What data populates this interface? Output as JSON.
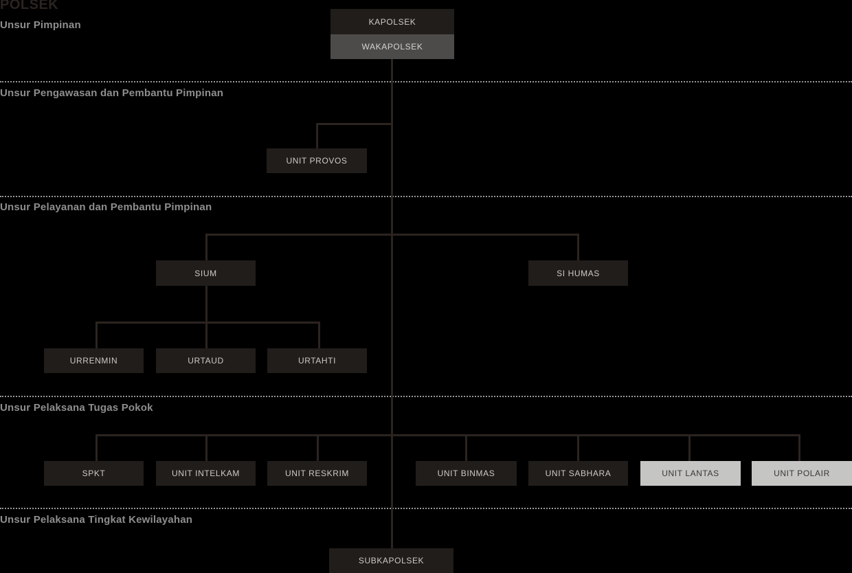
{
  "org": {
    "title": "POLSEK"
  },
  "sections": [
    {
      "label": "Unsur Pimpinan"
    },
    {
      "label": "Unsur Pengawasan dan Pembantu Pimpinan"
    },
    {
      "label": "Unsur Pelayanan dan Pembantu Pimpinan"
    },
    {
      "label": "Unsur Pelaksana Tugas Pokok"
    },
    {
      "label": "Unsur Pelaksana Tingkat Kewilayahan"
    }
  ],
  "nodes": {
    "kapolsek": "KAPOLSEK",
    "wakapolsek": "WAKAPOLSEK",
    "unit_provos": "UNIT PROVOS",
    "sium": "SIUM",
    "si_humas": "SI HUMAS",
    "urrenmin": "URRENMIN",
    "urtaud": "URTAUD",
    "urtahti": "URTAHTI",
    "spkt": "SPKT",
    "unit_intelkam": "UNIT INTELKAM",
    "unit_reskrim": "UNIT RESKRIM",
    "unit_binmas": "UNIT BINMAS",
    "unit_sabhara": "UNIT SABHARA",
    "unit_lantas": "UNIT LANTAS",
    "unit_polair": "UNIT POLAIR",
    "subkapolsek": "SUBKAPOLSEK"
  },
  "colors": {
    "background": "#000000",
    "node_dark": "#211d1b",
    "node_gray": "#4d4b4a",
    "node_light": "#c5c5c3",
    "line": "#2b2420",
    "section_text": "#8e8e8e",
    "node_text_light": "#cdcac7",
    "node_text_dark": "#3a3634"
  }
}
